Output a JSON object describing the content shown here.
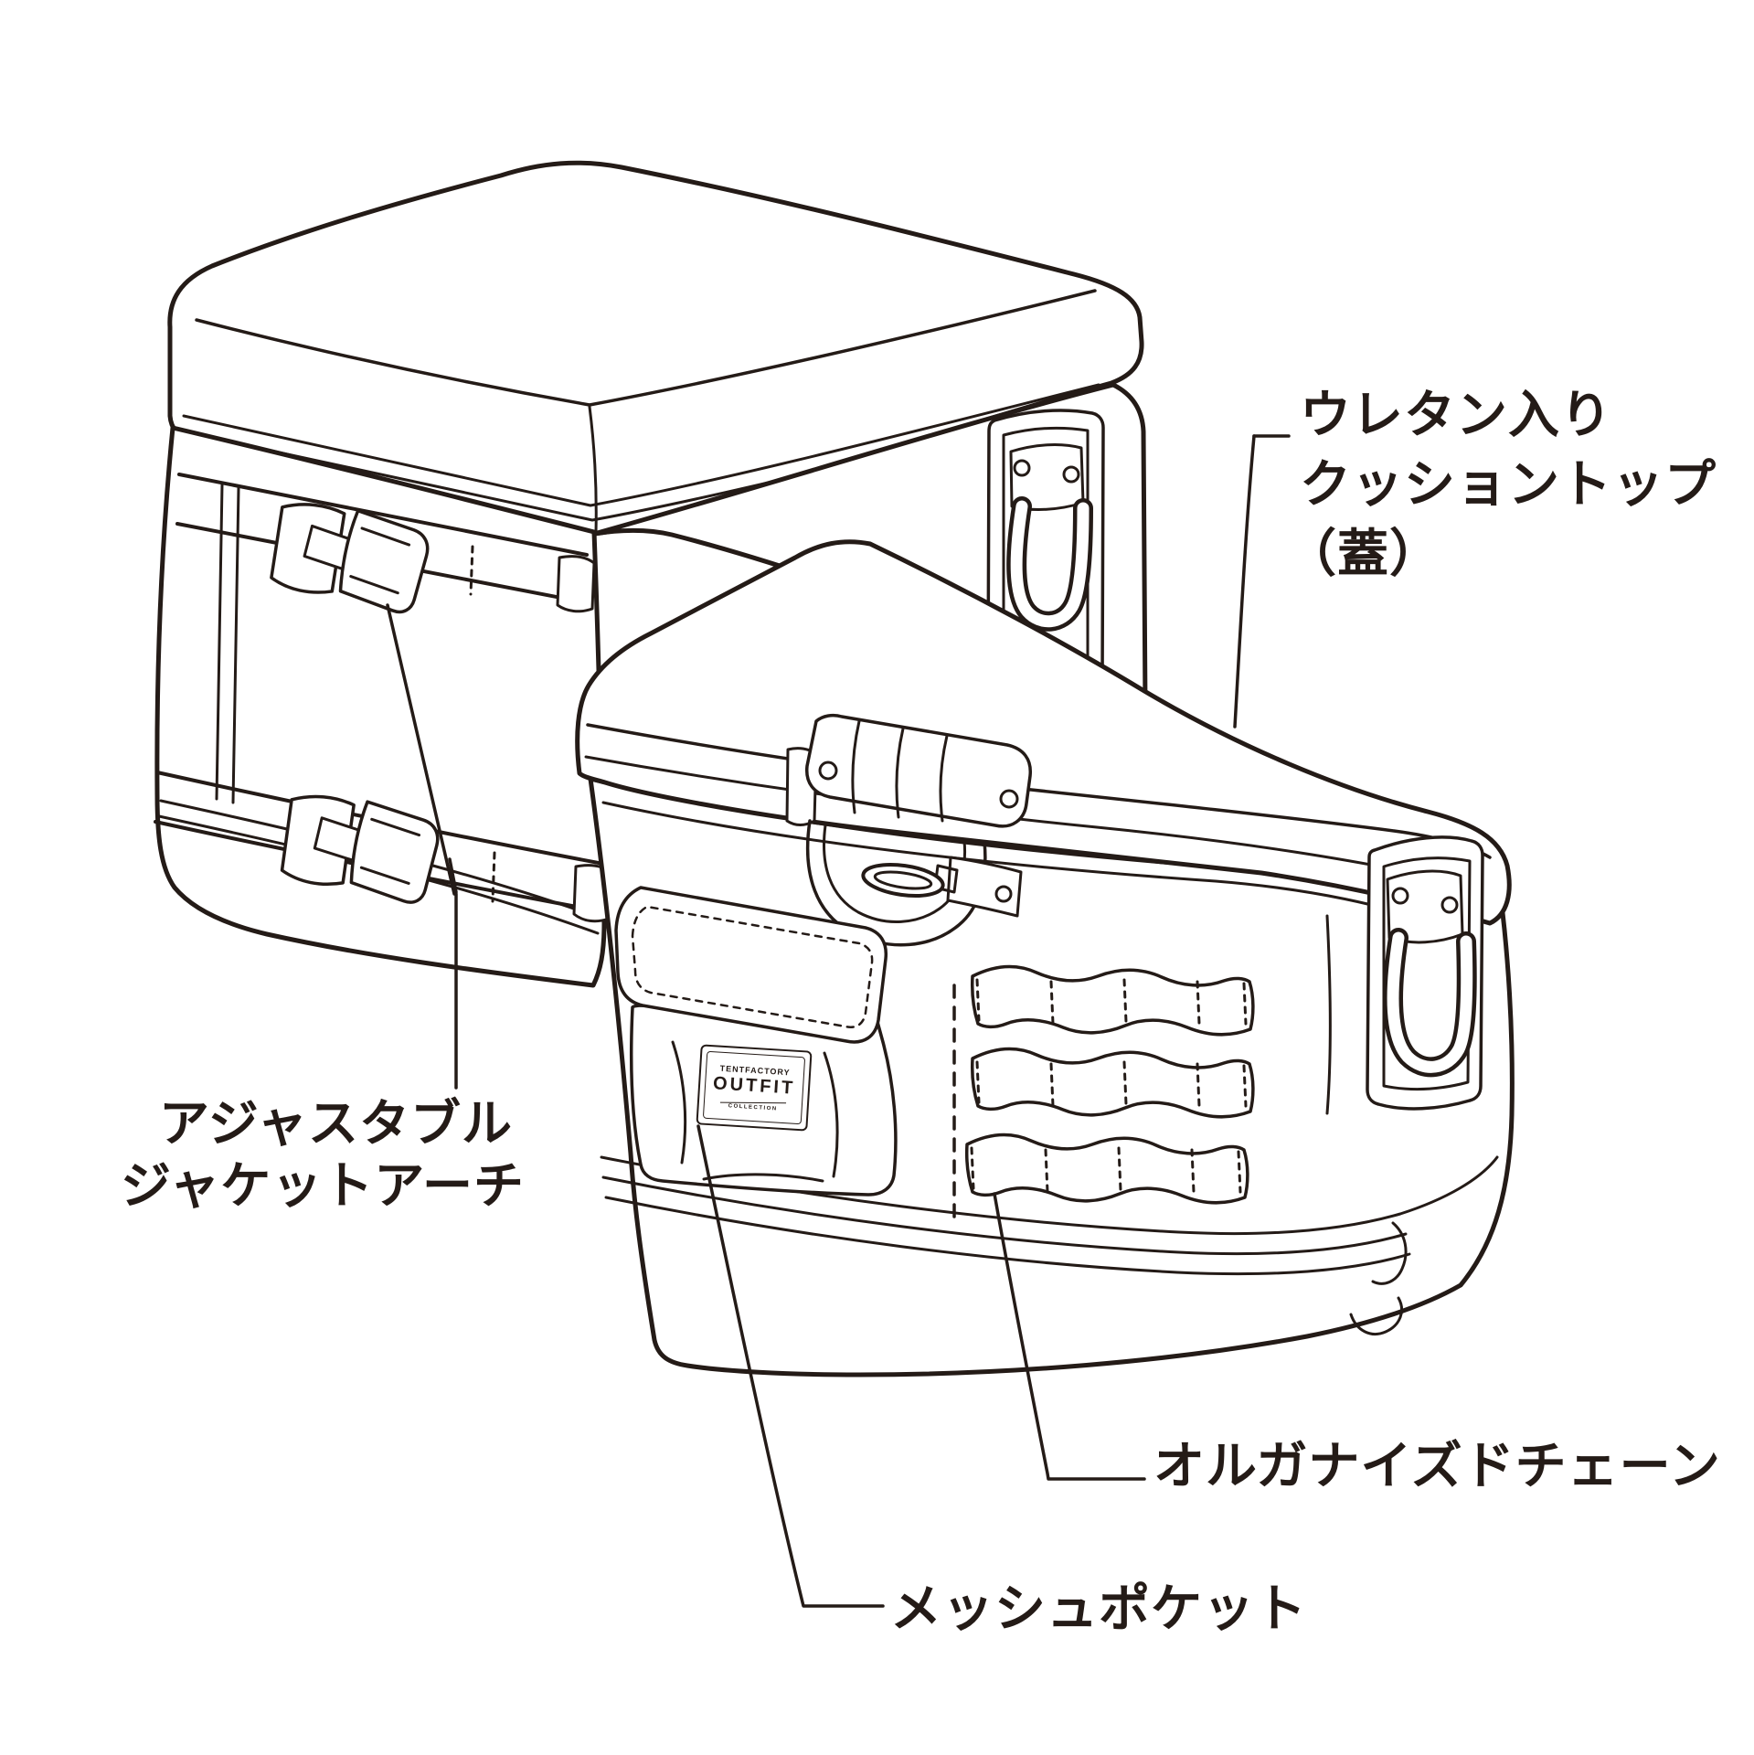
{
  "page": {
    "background": "#ffffff",
    "ink_color": "#241b17"
  },
  "diagram": {
    "labels": {
      "cushion_top": {
        "line1": "ウレタン入り",
        "line2": "クッショントップ",
        "line3": "（蓋）"
      },
      "jacket_arch": {
        "line1": "アジャスタブル",
        "line2": "ジャケットアーチ"
      },
      "organized_chain": {
        "text": "オルガナイズドチェーン"
      },
      "mesh_pocket": {
        "text": "メッシュポケット"
      }
    },
    "logo_patch": {
      "top_text": "TENTFACTORY",
      "main_text": "OUTFIT",
      "bottom_text": "COLLECTION"
    }
  }
}
